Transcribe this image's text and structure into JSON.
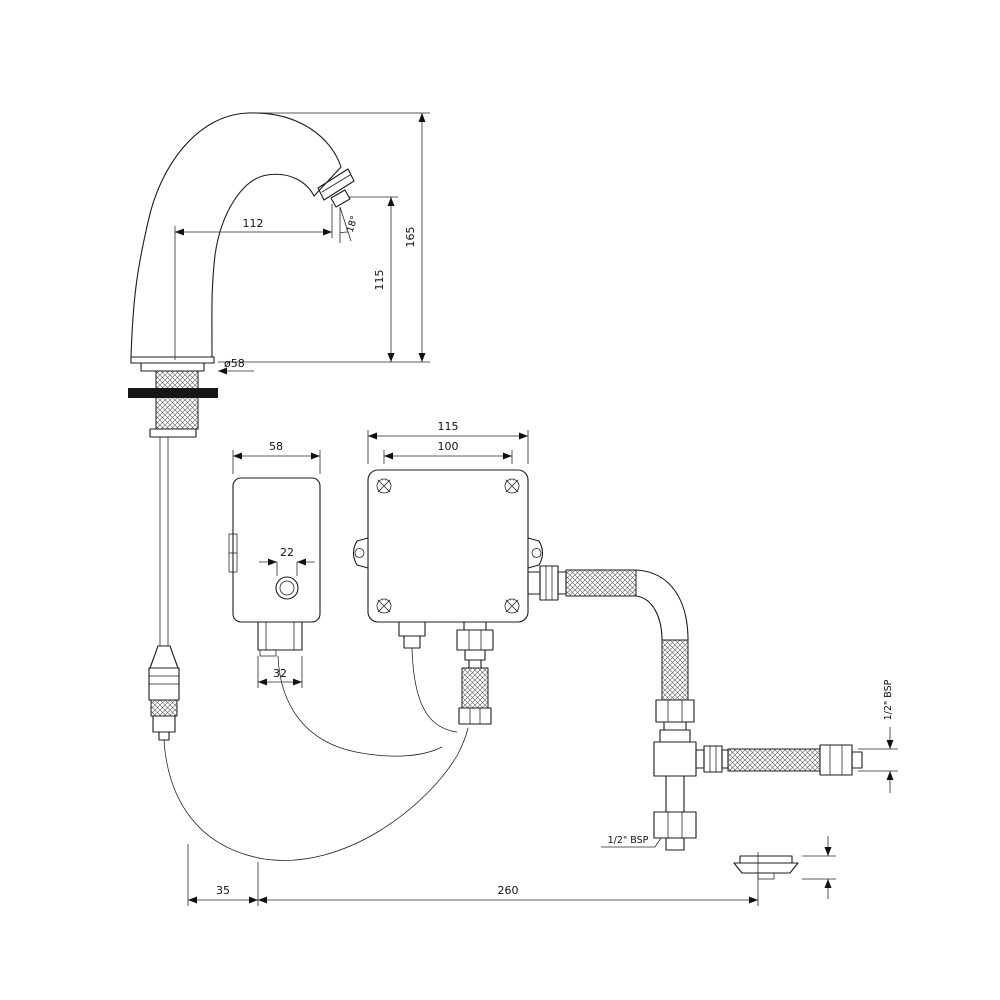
{
  "colors": {
    "background": "#ffffff",
    "line": "#1c1c1c",
    "text": "#111111"
  },
  "drawing": {
    "labels": {
      "spout_reach": "112",
      "total_height": "165",
      "outlet_height": "115",
      "spout_angle": "18°",
      "base_diameter": "ø58",
      "control_unit_width": "58",
      "button_diameter": "22",
      "foot_width": "32",
      "box_outer_width": "115",
      "box_inner_width": "100",
      "side_thread": "1/2\" BSP",
      "bottom_thread": "1/2\" BSP",
      "base_offset": "35",
      "horizontal_span": "260"
    }
  }
}
